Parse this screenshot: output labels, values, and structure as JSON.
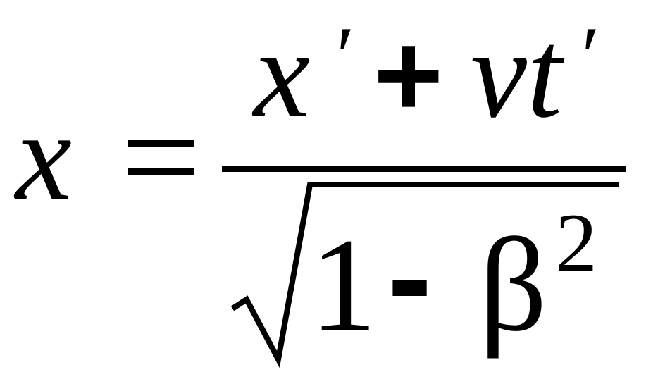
{
  "equation": {
    "lhs": "x",
    "equals": "=",
    "numerator": {
      "x": "x",
      "x_prime": "′",
      "plus": "+",
      "vt": "vt",
      "t_prime": "′"
    },
    "denominator": {
      "one": "1",
      "minus": "-",
      "beta": "β",
      "exponent": "2"
    }
  },
  "colors": {
    "ink": "#000000",
    "background": "#ffffff"
  }
}
